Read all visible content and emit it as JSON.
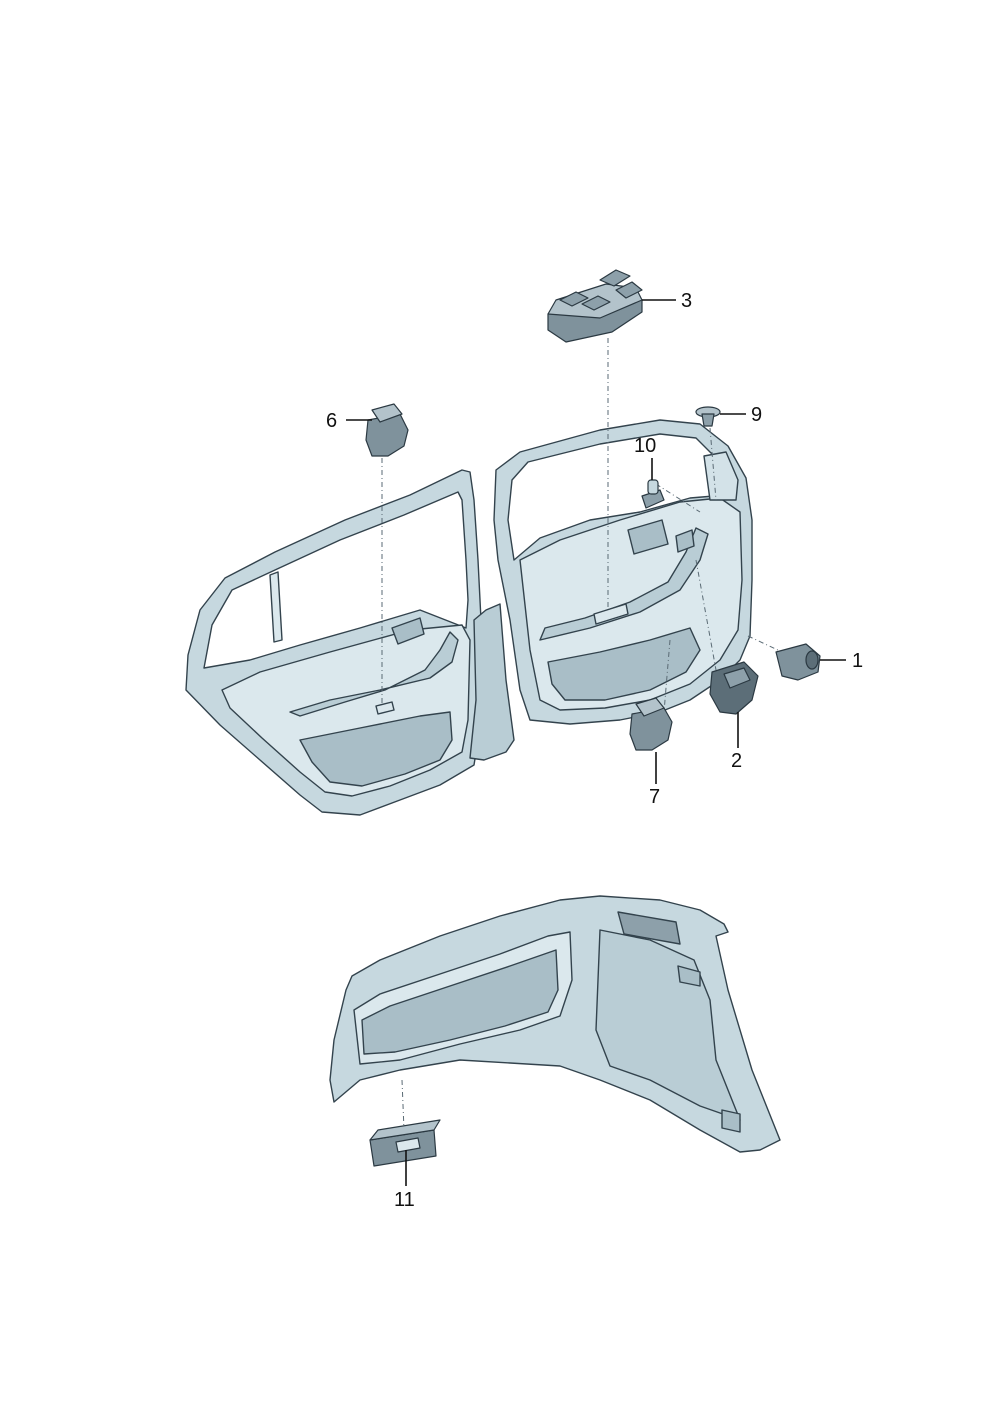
{
  "diagram": {
    "colors": {
      "panel_fill": "#c6d8df",
      "panel_light": "#dbe8ed",
      "panel_dark": "#a9bec7",
      "part_fill": "#9aacb6",
      "part_dark": "#5c6e78",
      "line": "#111111"
    },
    "callouts": [
      {
        "id": "1",
        "label": "1"
      },
      {
        "id": "2",
        "label": "2"
      },
      {
        "id": "3",
        "label": "3"
      },
      {
        "id": "6",
        "label": "6"
      },
      {
        "id": "7",
        "label": "7"
      },
      {
        "id": "9",
        "label": "9"
      },
      {
        "id": "10",
        "label": "10"
      },
      {
        "id": "11",
        "label": "11"
      }
    ]
  }
}
